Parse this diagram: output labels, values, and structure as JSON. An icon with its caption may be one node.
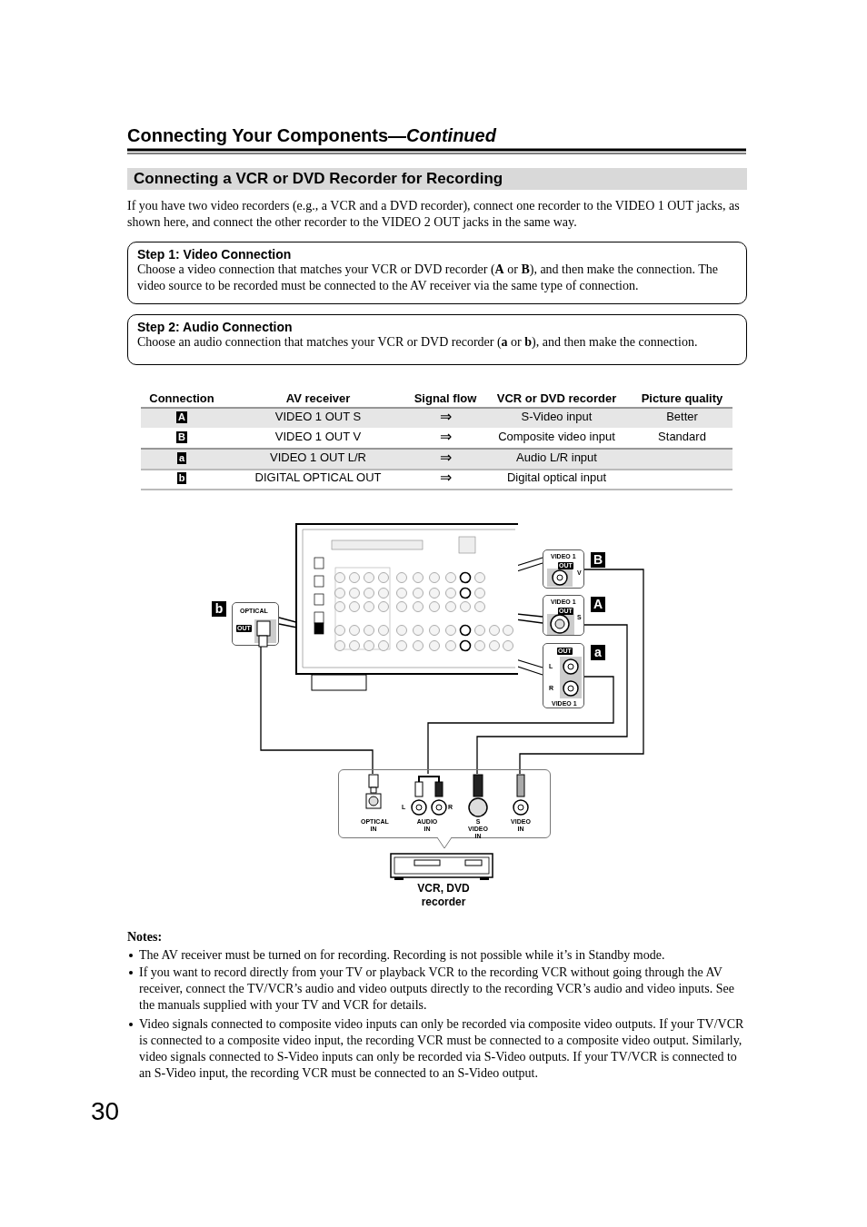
{
  "diagram": {
    "title": "Connecting Your Components—*Continued*",
    "nodes": [
      {
        "text": [
          "Step 1: Video Connection",
          "Choose a video connection that matches your VCR or DVD recorder (**A** or **B**), and then make the connection. The video source to be recorded must be connected to the AV receiver via the same type of connection."
        ]
      },
      {
        "text": [
          "Step 2: Audio Connection",
          "Choose an audio connection that matches your VCR or DVD recorder (**a** or **b**), and then make the connection."
        ]
      },
      {
        "text": [],
        "shape": "picture"
      },
      {
        "text": [
          "OPTICAL",
          "OUT"
        ],
        "beside": [
          "b"
        ]
      },
      {
        "text": [
          "VIDEO 1",
          "OUT",
          "V"
        ],
        "beside": [
          "B"
        ]
      },
      {
        "text": [
          "VIDEO 1",
          "OUT",
          "S"
        ],
        "beside": [
          "A"
        ]
      },
      {
        "text": [
          "OUT",
          "L",
          "R",
          "VIDEO 1"
        ],
        "beside": [
          "a"
        ]
      },
      {
        "text": [],
        "shape": "box"
      },
      {
        "text": [
          "OPTICAL IN"
        ],
        "in": 7
      },
      {
        "text": [
          "L",
          "R",
          "AUDIO IN"
        ],
        "in": 7
      },
      {
        "text": [
          "S VIDEO IN"
        ],
        "in": 7
      },
      {
        "text": [
          "VIDEO IN"
        ],
        "in": 7
      },
      {
        "text": [
          "VCR, DVD recorder"
        ]
      }
    ],
    "edges": [
      {
        "from": 2,
        "to": 3,
        "arrow": "none"
      },
      {
        "from": 2,
        "to": 4,
        "arrow": "none"
      },
      {
        "from": 2,
        "to": 5,
        "arrow": "none"
      },
      {
        "from": 2,
        "to": 6,
        "arrow": "none"
      },
      {
        "from": 3,
        "to": 8,
        "arrow": "none"
      },
      {
        "from": 6,
        "to": 9,
        "arrow": "none"
      },
      {
        "from": 5,
        "to": 10,
        "arrow": "none"
      },
      {
        "from": 4,
        "to": 11,
        "arrow": "none"
      }
    ],
    "labels": [
      "Connecting a VCR or DVD Recorder for Recording",
      "If you have two video recorders (e.g., a VCR and a DVD recorder), connect one recorder to the VIDEO 1 OUT jacks, as shown here, and connect the other recorder to the VIDEO 2 OUT jacks in the same way.",
      "Connection",
      "AV receiver",
      "Signal flow",
      "VCR or DVD recorder",
      "Picture quality",
      "A",
      "VIDEO 1 OUT S",
      "⇒",
      "S-Video input",
      "Better",
      "B",
      "VIDEO 1 OUT V",
      "⇒",
      "Composite video input",
      "Standard",
      "a",
      "VIDEO 1 OUT L/R",
      "⇒",
      "Audio L/R input",
      "b",
      "DIGITAL OPTICAL OUT",
      "⇒",
      "Digital optical input",
      "Notes:",
      "The AV receiver must be turned on for recording. Recording is not possible while it’s in Standby mode.",
      "If you want to record directly from your TV or playback VCR to the recording VCR without going through the AV receiver, connect the TV/VCR’s audio and video outputs directly to the recording VCR’s audio and video inputs. See the manuals supplied with your TV and VCR for details.",
      "Video signals connected to composite video inputs can only be recorded via composite video outputs. If your TV/VCR is connected to a composite video input, the recording VCR must be connected to a composite video output. Similarly, video signals connected to S-Video inputs can only be recorded via S-Video outputs. If your TV/VCR is connected to an S-Video input, the recording VCR must be connected to an S-Video output.",
      "30"
    ]
  }
}
